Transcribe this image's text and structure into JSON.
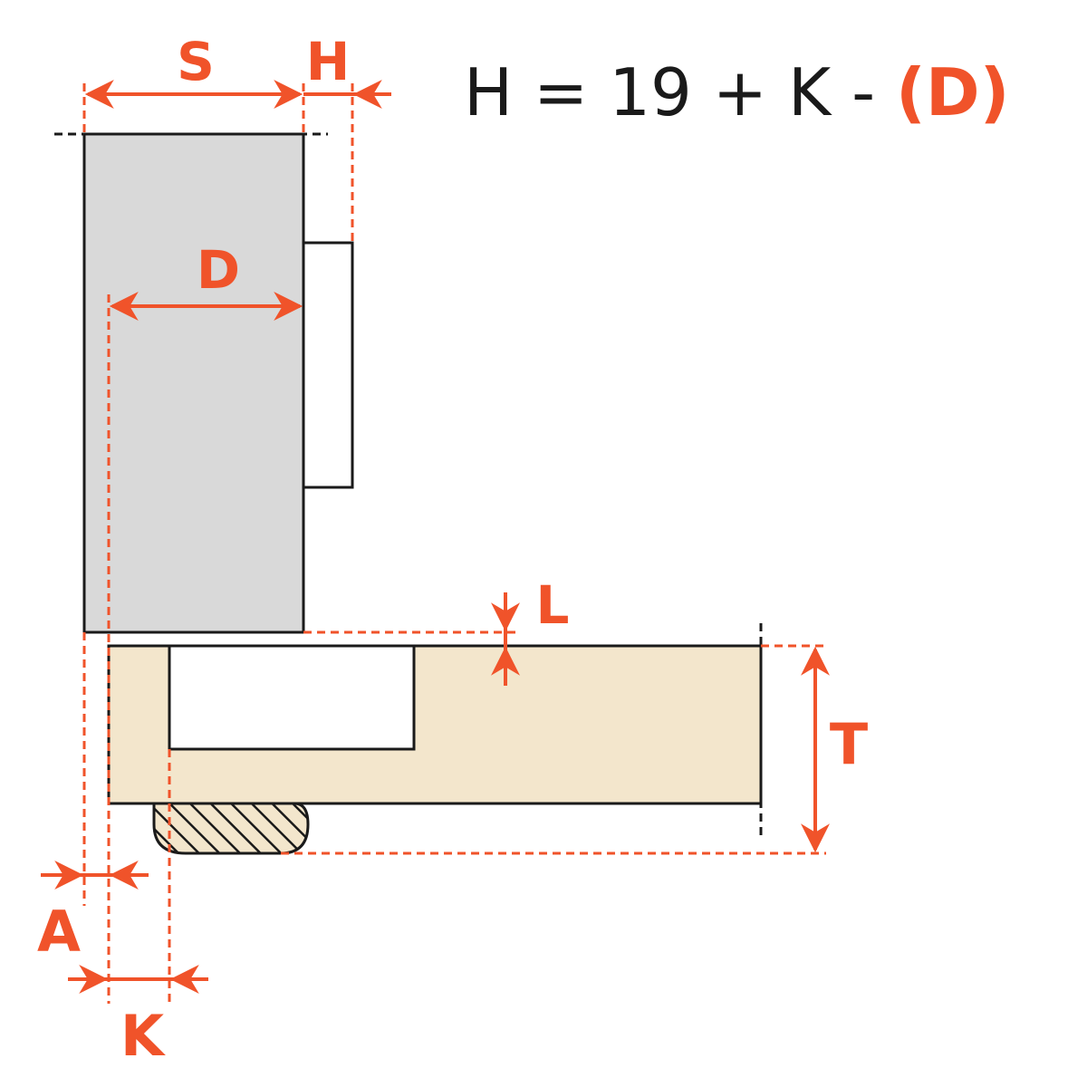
{
  "formula": {
    "prefix": "H = 19 + K - ",
    "highlight": "(D)"
  },
  "labels": {
    "s": "S",
    "h": "H",
    "d": "D",
    "l": "L",
    "t": "T",
    "a": "A",
    "k": "K"
  },
  "colors": {
    "accent": "#f0532a",
    "side_panel": "#d9d9d9",
    "cabinet": "#f3e6cc",
    "outline": "#1a1a1a"
  }
}
